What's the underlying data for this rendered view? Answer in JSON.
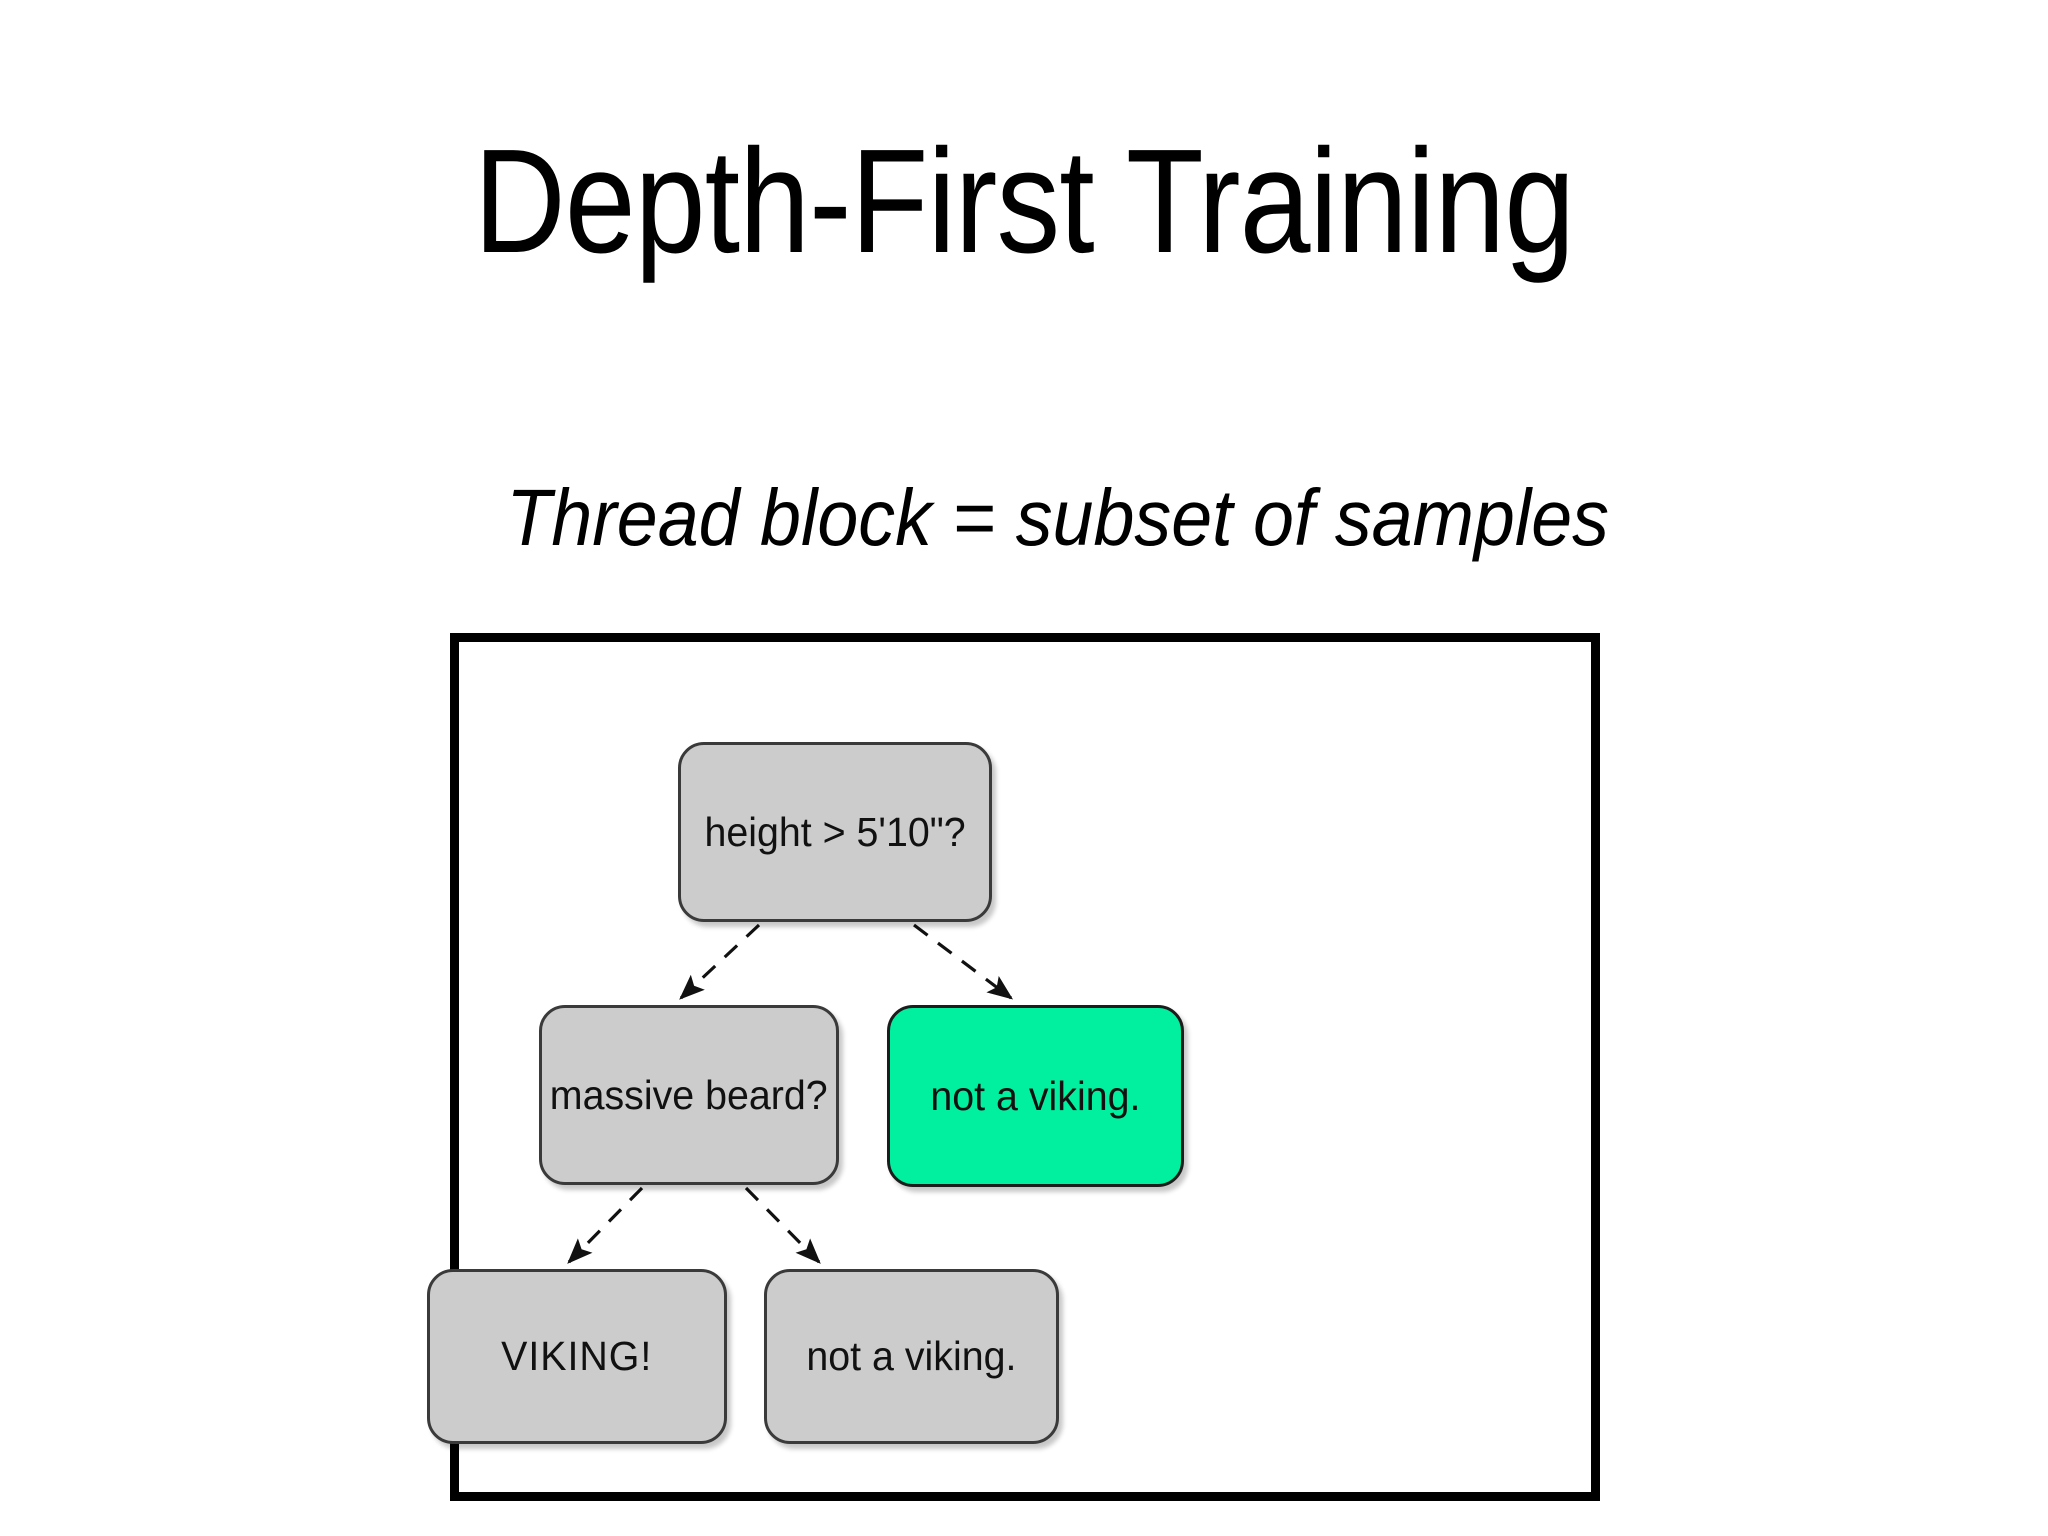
{
  "slide": {
    "title": "Depth-First Training",
    "subtitle": "Thread block = subset of samples",
    "background_color": "#ffffff",
    "text_color": "#000000"
  },
  "diagram": {
    "frame_border_color": "#000000",
    "node_fill_gray": "#cccccc",
    "node_fill_green": "#00F0A0",
    "node_border_color": "#3a3a3a",
    "edge_style": "dashed-with-arrowhead",
    "nodes": [
      {
        "id": "root",
        "label": "height > 5'10\"?",
        "kind": "decision",
        "color": "#cccccc"
      },
      {
        "id": "beard",
        "label": "massive beard?",
        "kind": "decision",
        "color": "#cccccc"
      },
      {
        "id": "notviking1",
        "label": "not a viking.",
        "kind": "leaf",
        "color": "#00F0A0"
      },
      {
        "id": "viking",
        "label": "VIKING!",
        "kind": "leaf",
        "color": "#cccccc"
      },
      {
        "id": "notviking2",
        "label": "not a viking.",
        "kind": "leaf",
        "color": "#cccccc"
      }
    ],
    "edges": [
      {
        "from": "root",
        "to": "beard"
      },
      {
        "from": "root",
        "to": "notviking1"
      },
      {
        "from": "beard",
        "to": "viking"
      },
      {
        "from": "beard",
        "to": "notviking2"
      }
    ]
  }
}
